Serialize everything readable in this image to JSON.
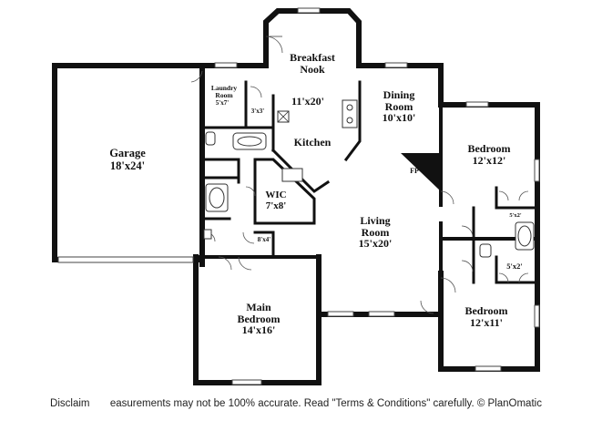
{
  "rooms": {
    "breakfast_nook": {
      "line1": "Breakfast",
      "line2": "Nook",
      "size": "11'x20'"
    },
    "laundry_room": {
      "line1": "Laundry",
      "line2": "Room",
      "size": "5'x7'"
    },
    "closet_small": {
      "size": "3'x3'"
    },
    "kitchen": {
      "name": "Kitchen"
    },
    "dining_room": {
      "line1": "Dining",
      "line2": "Room",
      "size": "10'x10'"
    },
    "garage": {
      "name": "Garage",
      "size": "18'x24'"
    },
    "wic": {
      "name": "WIC",
      "size": "7'x8'"
    },
    "hall_closet": {
      "size": "8'x4'"
    },
    "living_room": {
      "line1": "Living",
      "line2": "Room",
      "size": "15'x20'"
    },
    "bedroom_upper": {
      "name": "Bedroom",
      "size": "12'x12'"
    },
    "closet_upper": {
      "size": "5'x2'"
    },
    "closet_lower": {
      "size": "5'x2'"
    },
    "bedroom_lower": {
      "name": "Bedroom",
      "size": "12'x11'"
    },
    "main_bedroom": {
      "line1": "Main",
      "line2": "Bedroom",
      "size": "14'x16'"
    },
    "fireplace": {
      "label": "FP"
    }
  },
  "disclaimer": "Disclaim       easurements may not be 100% accurate. Read \"Terms & Conditions\" carefully. © PlanOmatic",
  "colors": {
    "wall": "#111111",
    "background": "#ffffff"
  }
}
